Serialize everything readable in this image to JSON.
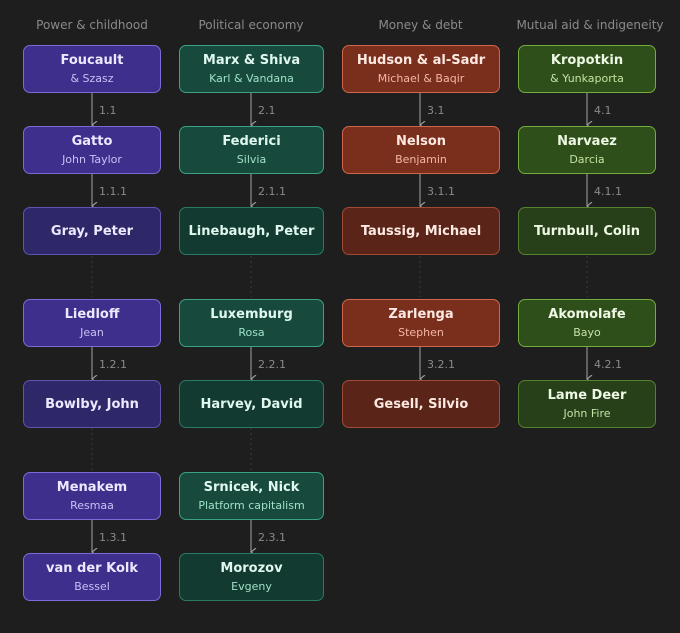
{
  "columns": [
    {
      "header": "Power & childhood"
    },
    {
      "header": "Political economy"
    },
    {
      "header": "Money & debt"
    },
    {
      "header": "Mutual aid & indigeneity"
    }
  ],
  "nodes": {
    "c1": [
      {
        "title": "Foucault",
        "sub": "& Szasz"
      },
      {
        "title": "Gatto",
        "sub": "John Taylor"
      },
      {
        "title": "Gray, Peter",
        "sub": ""
      },
      {
        "title": "Liedloff",
        "sub": "Jean"
      },
      {
        "title": "Bowlby, John",
        "sub": ""
      },
      {
        "title": "Menakem",
        "sub": "Resmaa"
      },
      {
        "title": "van der Kolk",
        "sub": "Bessel"
      }
    ],
    "c2": [
      {
        "title": "Marx & Shiva",
        "sub": "Karl & Vandana"
      },
      {
        "title": "Federici",
        "sub": "Silvia"
      },
      {
        "title": "Linebaugh, Peter",
        "sub": ""
      },
      {
        "title": "Luxemburg",
        "sub": "Rosa"
      },
      {
        "title": "Harvey, David",
        "sub": ""
      },
      {
        "title": "Srnicek, Nick",
        "sub": "Platform capitalism"
      },
      {
        "title": "Morozov",
        "sub": "Evgeny"
      }
    ],
    "c3": [
      {
        "title": "Hudson & al-Sadr",
        "sub": "Michael & Baqir"
      },
      {
        "title": "Nelson",
        "sub": "Benjamin"
      },
      {
        "title": "Taussig, Michael",
        "sub": ""
      },
      {
        "title": "Zarlenga",
        "sub": "Stephen"
      },
      {
        "title": "Gesell, Silvio",
        "sub": ""
      }
    ],
    "c4": [
      {
        "title": "Kropotkin",
        "sub": "& Yunkaporta"
      },
      {
        "title": "Narvaez",
        "sub": "Darcia"
      },
      {
        "title": "Turnbull, Colin",
        "sub": ""
      },
      {
        "title": "Akomolafe",
        "sub": "Bayo"
      },
      {
        "title": "Lame Deer",
        "sub": "John Fire"
      }
    ]
  },
  "edge_labels": {
    "c1": [
      "1.1",
      "1.1.1",
      "1.2.1",
      "1.3.1"
    ],
    "c2": [
      "2.1",
      "2.1.1",
      "2.2.1",
      "2.3.1"
    ],
    "c3": [
      "3.1",
      "3.1.1",
      "3.2.1"
    ],
    "c4": [
      "4.1",
      "4.1.1",
      "4.2.1"
    ]
  }
}
